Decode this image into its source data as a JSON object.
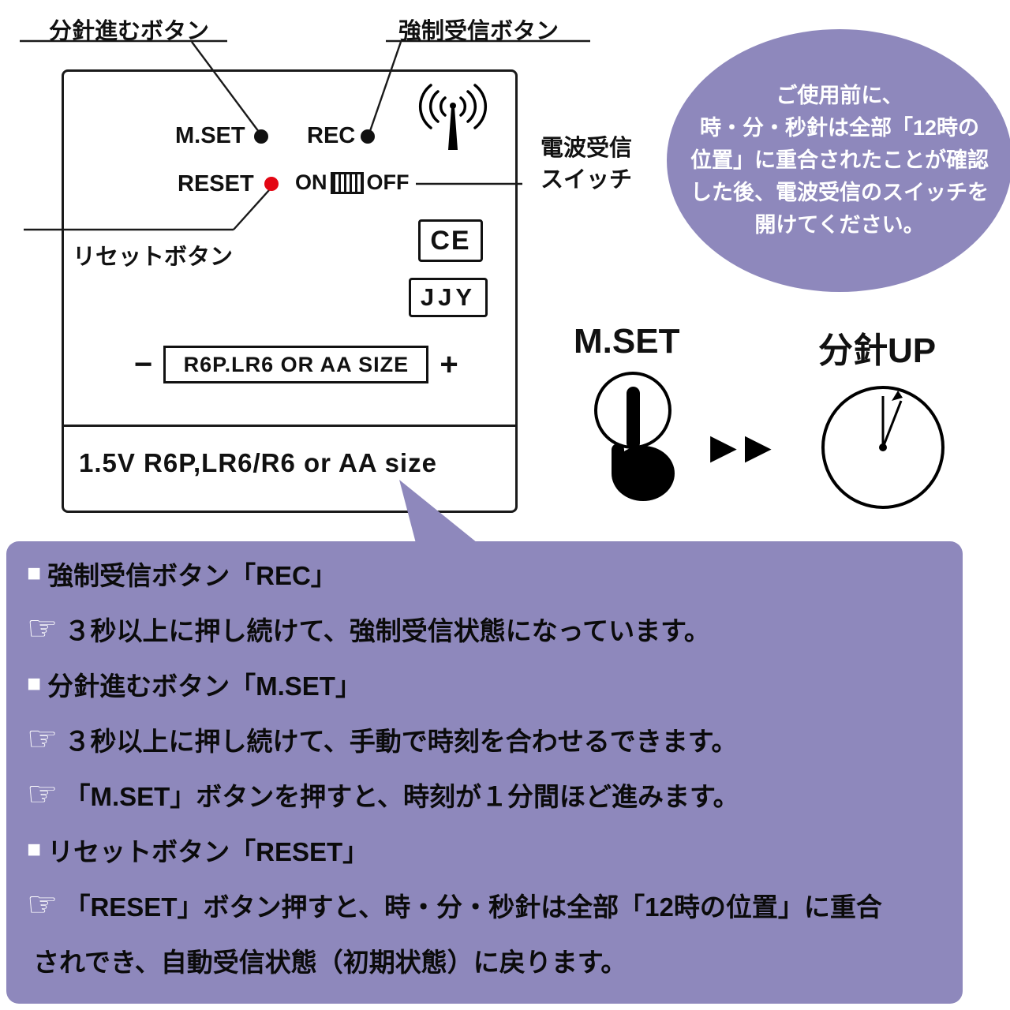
{
  "panel": {
    "mset": "M.SET",
    "rec": "REC",
    "reset": "RESET",
    "switch": {
      "on": "ON",
      "off": "OFF"
    },
    "ce": "CE",
    "jjy": "JJY",
    "battery": {
      "minus": "−",
      "label": "R6P.LR6 OR AA SIZE",
      "plus": "+"
    },
    "spec": "1.5V R6P,LR6/R6 or AA size"
  },
  "callouts": {
    "minute_advance": "分針進むボタン",
    "force_receive": "強制受信ボタン",
    "radio_switch": [
      "電波受信",
      "スイッチ"
    ],
    "reset": "リセットボタン"
  },
  "notice": {
    "lines": [
      "ご使用前に、",
      "時・分・秒針は全部「12時の",
      "位置」に重合されたことが確認",
      "した後、電波受信のスイッチを",
      "開けてください。"
    ]
  },
  "demo": {
    "mset": "M.SET",
    "minute_up": "分針UP",
    "advance_icon": "▶"
  },
  "instructions": [
    {
      "marker": "■",
      "text": "強制受信ボタン「REC」"
    },
    {
      "marker": "☞",
      "text": "３秒以上に押し続けて、強制受信状態になっています。"
    },
    {
      "marker": "■",
      "text": "分針進むボタン「M.SET」"
    },
    {
      "marker": "☞",
      "text": "３秒以上に押し続けて、手動で時刻を合わせるできます。"
    },
    {
      "marker": "☞",
      "text": "「M.SET」ボタンを押すと、時刻が１分間ほど進みます。"
    },
    {
      "marker": "■",
      "text": "リセットボタン「RESET」"
    },
    {
      "marker": "☞",
      "text": "「RESET」ボタン押すと、時・分・秒針は全部「12時の位置」に重合"
    },
    {
      "marker": "",
      "text": "されでき、自動受信状態（初期状態）に戻ります。"
    }
  ],
  "colors": {
    "purple": "#8e88bc",
    "red_dot": "#e30613",
    "black": "#111111"
  }
}
